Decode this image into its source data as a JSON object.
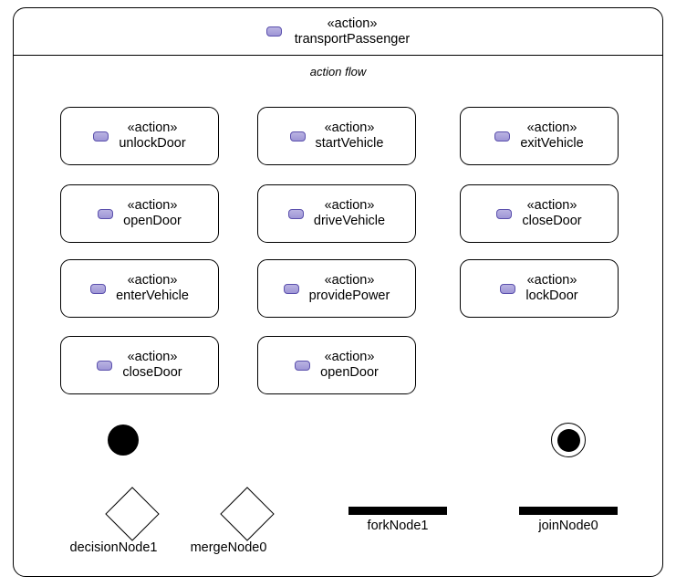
{
  "diagram": {
    "type": "uml-activity-diagram",
    "frame": {
      "stereotype": "«action»",
      "name": "transportPassenger",
      "icon": "action-icon",
      "compartment_label": "action flow",
      "border_color": "#000000",
      "background_color": "#ffffff"
    },
    "action_icon_colors": {
      "border": "#5b50ad",
      "fill_top": "#b9b3e2",
      "fill_bottom": "#9e96d6"
    },
    "action_nodes": [
      {
        "stereotype": "«action»",
        "name": "unlockDoor",
        "row": 0,
        "col": 0
      },
      {
        "stereotype": "«action»",
        "name": "startVehicle",
        "row": 0,
        "col": 1
      },
      {
        "stereotype": "«action»",
        "name": "exitVehicle",
        "row": 0,
        "col": 2
      },
      {
        "stereotype": "«action»",
        "name": "openDoor",
        "row": 1,
        "col": 0
      },
      {
        "stereotype": "«action»",
        "name": "driveVehicle",
        "row": 1,
        "col": 1
      },
      {
        "stereotype": "«action»",
        "name": "closeDoor",
        "row": 1,
        "col": 2
      },
      {
        "stereotype": "«action»",
        "name": "enterVehicle",
        "row": 2,
        "col": 0
      },
      {
        "stereotype": "«action»",
        "name": "providePower",
        "row": 2,
        "col": 1
      },
      {
        "stereotype": "«action»",
        "name": "lockDoor",
        "row": 2,
        "col": 2
      },
      {
        "stereotype": "«action»",
        "name": "closeDoor",
        "row": 3,
        "col": 0
      },
      {
        "stereotype": "«action»",
        "name": "openDoor",
        "row": 3,
        "col": 1
      }
    ],
    "control_nodes": {
      "initial": {
        "shape": "filled-circle",
        "label": ""
      },
      "final": {
        "shape": "circle-in-circle",
        "label": ""
      },
      "decision": {
        "shape": "diamond",
        "label": "decisionNode1"
      },
      "merge": {
        "shape": "diamond",
        "label": "mergeNode0"
      },
      "fork": {
        "shape": "bar",
        "label": "forkNode1"
      },
      "join": {
        "shape": "bar",
        "label": "joinNode0"
      }
    }
  }
}
